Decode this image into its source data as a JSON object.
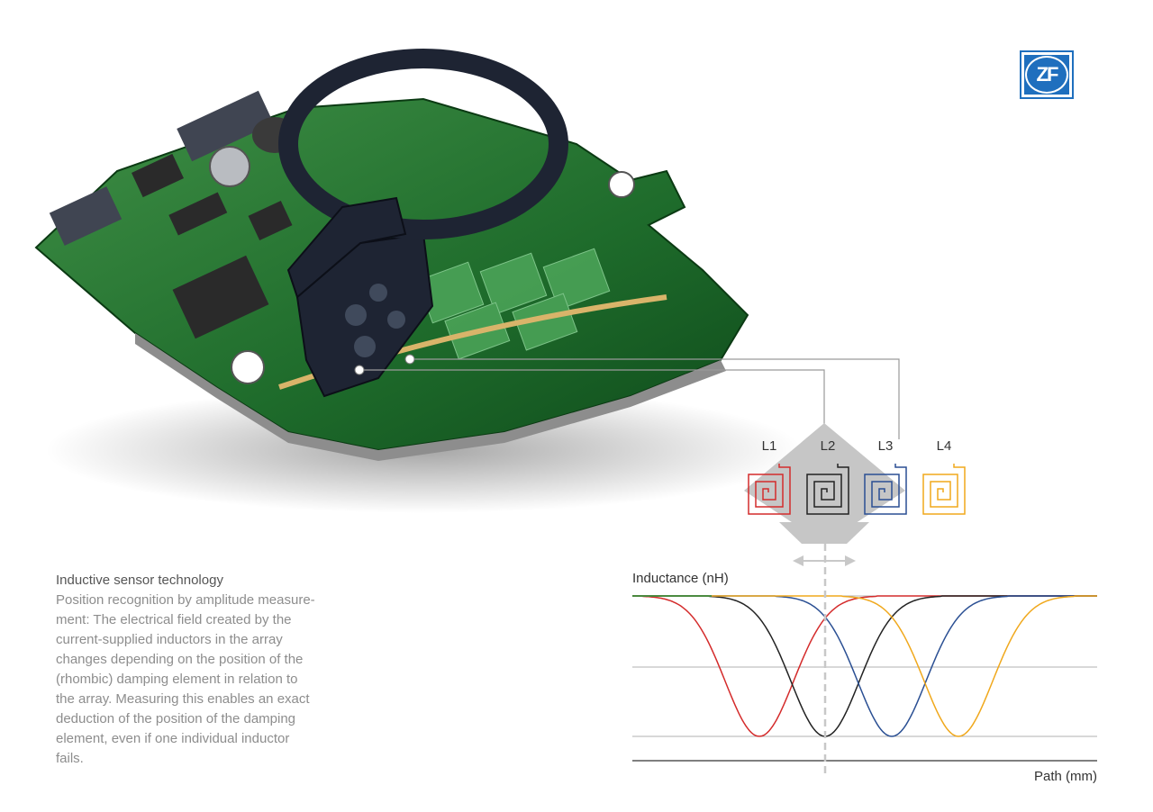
{
  "logo": {
    "text": "ZF",
    "color": "#1f6fbe"
  },
  "caption": {
    "title": "Inductive sensor technology",
    "body": "Position recognition by amplitude measure-\nment: The electrical field created by the\ncurrent-supplied inductors in the array\nchanges depending on the position of the\n(rhombic) damping element in relation to\nthe array. Measuring this enables an exact\ndeduction of the position of the damping\nelement, even if one individual inductor\nfails."
  },
  "inductors": [
    {
      "label": "L1",
      "color": "#d42b2b"
    },
    {
      "label": "L2",
      "color": "#222222"
    },
    {
      "label": "L3",
      "color": "#2a4f93"
    },
    {
      "label": "L4",
      "color": "#f0a81c"
    }
  ],
  "chart_data": {
    "type": "line",
    "ylabel": "Inductance (nH)",
    "xlabel": "Path (mm)",
    "series": [
      {
        "color": "#d42b2b",
        "x": [
          0,
          1,
          2,
          3,
          4,
          5,
          6,
          7,
          8,
          9,
          10,
          11,
          12,
          13,
          14
        ],
        "values": [
          1,
          1,
          0.88,
          0.62,
          0.33,
          0.1,
          0,
          0.1,
          0.4,
          0.75,
          0.97,
          1,
          1,
          1,
          1
        ]
      },
      {
        "color": "#222222",
        "x": [
          0,
          1,
          2,
          3,
          4,
          5,
          6,
          7,
          8,
          9,
          10,
          11,
          12,
          13,
          14
        ],
        "values": [
          1,
          1,
          1,
          1,
          0.92,
          0.7,
          0.4,
          0.12,
          0,
          0.12,
          0.45,
          0.8,
          0.98,
          1,
          1
        ]
      },
      {
        "color": "#2a4f93",
        "x": [
          0,
          1,
          2,
          3,
          4,
          5,
          6,
          7,
          8,
          9,
          10,
          11,
          12,
          13,
          14
        ],
        "values": [
          1,
          1,
          1,
          1,
          1,
          1,
          0.95,
          0.75,
          0.45,
          0.15,
          0,
          0.15,
          0.5,
          0.85,
          1
        ]
      },
      {
        "color": "#f0a81c",
        "x": [
          0,
          1,
          2,
          3,
          4,
          5,
          6,
          7,
          8,
          9,
          10,
          11,
          12,
          13,
          14,
          15,
          16,
          17
        ],
        "values": [
          1,
          1,
          1,
          1,
          1,
          1,
          1,
          1,
          0.97,
          0.82,
          0.5,
          0.2,
          0.02,
          0.05,
          0.3,
          0.7,
          0.97,
          1
        ]
      }
    ],
    "gridlines": 3,
    "legend": "none"
  }
}
